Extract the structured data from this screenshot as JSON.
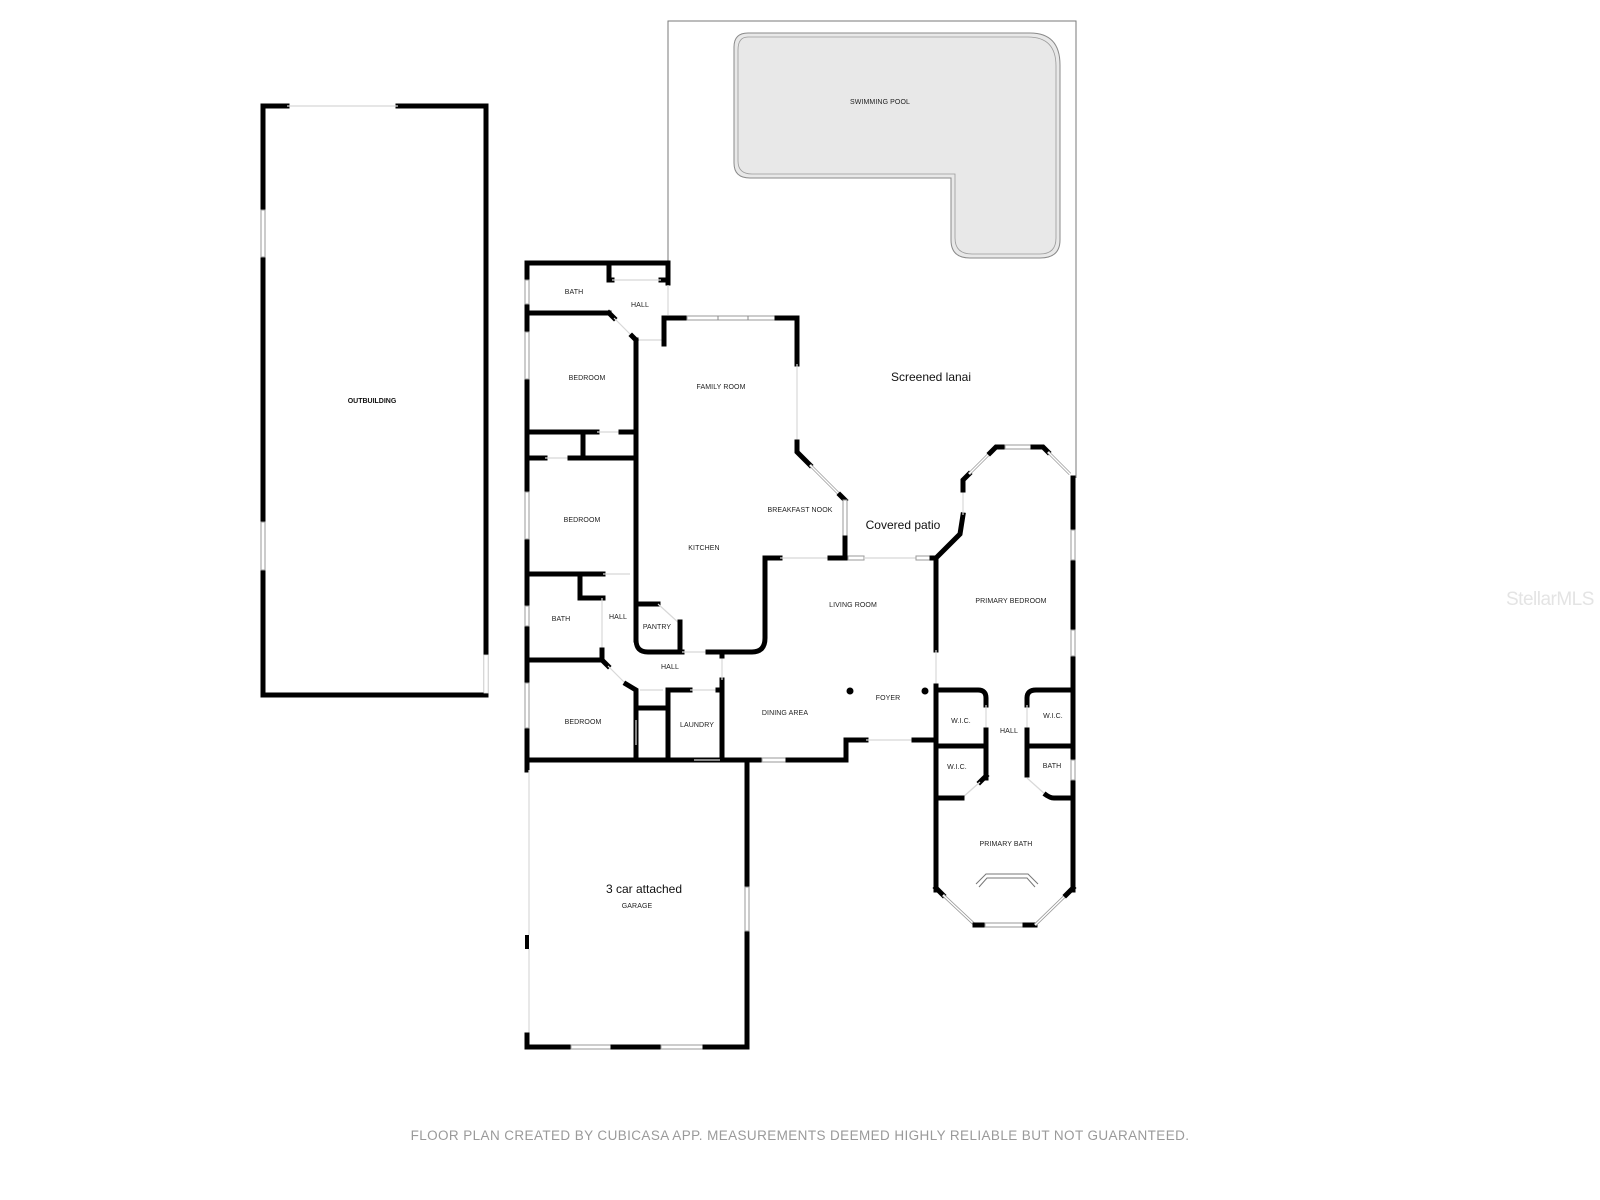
{
  "plan": {
    "areas": {
      "swimming_pool": "SWIMMING POOL",
      "screened_lanai": "Screened lanai",
      "covered_patio": "Covered patio",
      "outbuilding": "OUTBUILDING",
      "garage_title": "3 car attached",
      "garage_sub": "GARAGE"
    },
    "rooms": {
      "bath_top": "BATH",
      "hall_top": "HALL",
      "bedroom_1": "BEDROOM",
      "family_room": "FAMILY ROOM",
      "bedroom_2": "BEDROOM",
      "breakfast_nook": "BREAKFAST NOOK",
      "kitchen": "KITCHEN",
      "bath_mid": "BATH",
      "hall_mid": "HALL",
      "pantry": "PANTRY",
      "living_room": "LIVING ROOM",
      "hall_low": "HALL",
      "bedroom_3": "BEDROOM",
      "laundry": "LAUNDRY",
      "dining_area": "DINING AREA",
      "foyer": "FOYER",
      "primary_bedroom": "PRIMARY BEDROOM",
      "wic_left_top": "W.I.C.",
      "wic_right_top": "W.I.C.",
      "hall_primary": "HALL",
      "wic_left_bottom": "W.I.C.",
      "bath_primary_small": "BATH",
      "primary_bath": "PRIMARY BATH"
    },
    "colors": {
      "wall": "#000000",
      "pool_fill": "#e8e8e8",
      "footer_text": "#9a9a9a",
      "watermark": "#e4e4e4"
    }
  },
  "footer": {
    "disclaimer": "FLOOR PLAN CREATED BY CUBICASA APP. MEASUREMENTS DEEMED HIGHLY RELIABLE BUT NOT GUARANTEED."
  },
  "watermark": {
    "text": "StellarMLS"
  }
}
